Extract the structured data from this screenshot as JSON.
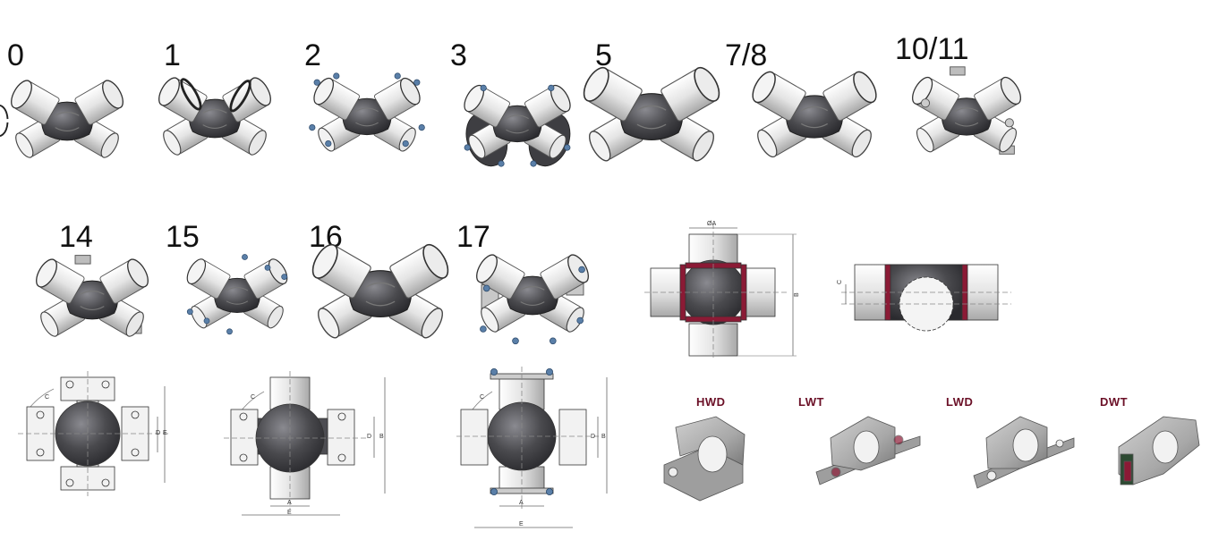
{
  "series_labels": [
    "0",
    "1",
    "2",
    "3",
    "5",
    "7/8",
    "10/11",
    "14",
    "15",
    "16",
    "17"
  ],
  "housing_labels": [
    "HWD",
    "LWT",
    "LWD",
    "DWT"
  ],
  "dimension_letters": {
    "a": "A",
    "b": "B",
    "c": "C",
    "d": "D",
    "e": "E",
    "dia_a": "ØA"
  },
  "colors": {
    "cross_body": "#4a4a4e",
    "cup": "#e6e6e6",
    "bolt": "#5a7fa8",
    "seal_ring": "#8b1a35",
    "housing": "#a9a9a9",
    "label": "#6b1027"
  }
}
